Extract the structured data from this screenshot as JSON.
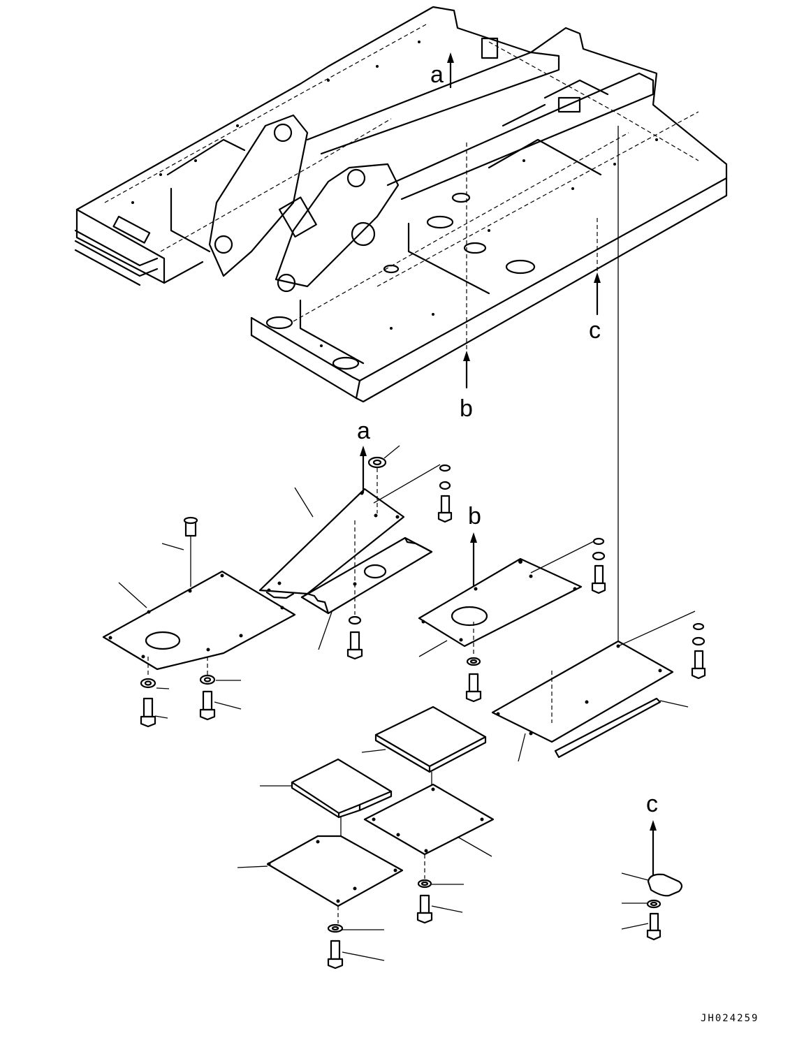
{
  "diagram": {
    "reference_labels": {
      "a_top": "a",
      "b_top": "b",
      "c_top": "c",
      "a_bottom": "a",
      "b_bottom": "b",
      "c_bottom": "c"
    },
    "document_code": "JH024259",
    "colors": {
      "line": "#000000",
      "background": "#ffffff"
    }
  }
}
